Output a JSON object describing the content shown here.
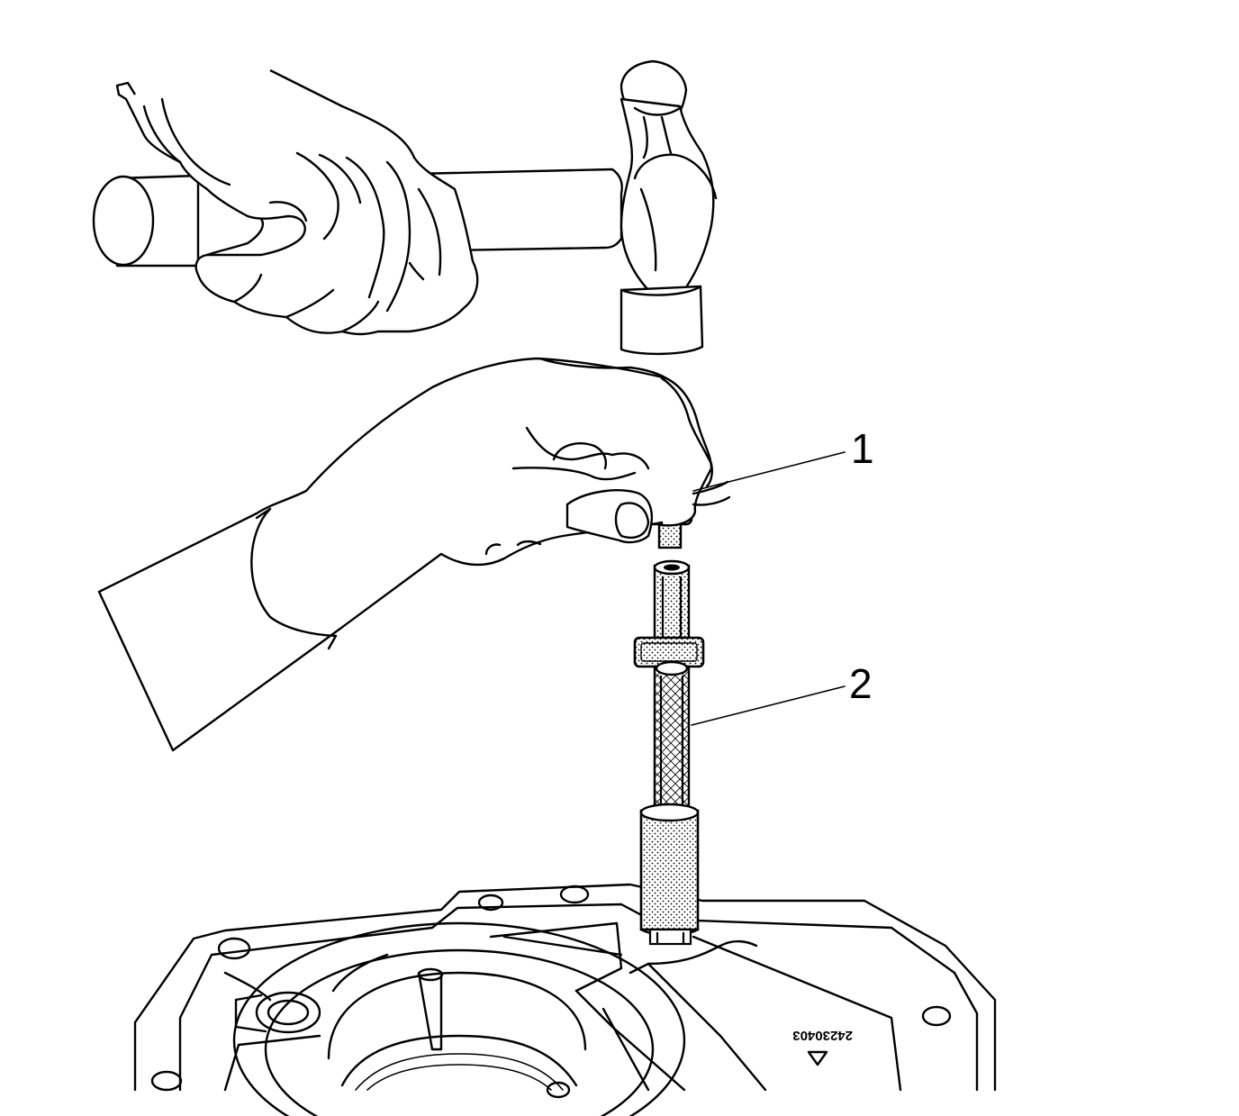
{
  "callouts": [
    {
      "number": "1",
      "part": "driver-handle"
    },
    {
      "number": "2",
      "part": "installer-tool"
    }
  ],
  "housing_stamp": "24230403",
  "icons": [
    "hammer-icon",
    "hand-icon",
    "tool-icon",
    "housing-icon"
  ],
  "colors": {
    "line": "#000000",
    "background": "#ffffff"
  }
}
